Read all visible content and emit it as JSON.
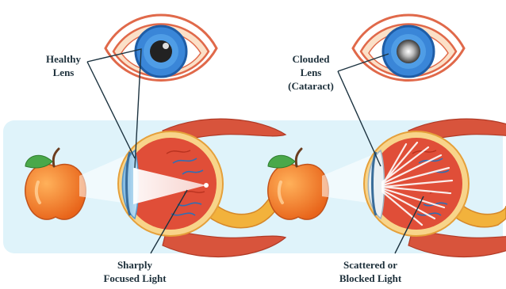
{
  "colors": {
    "panel": "#dff3fa",
    "iris": "#3a86d8",
    "eyelid": "#fbe0c8",
    "muscle": "#d8543c",
    "eyeball": "#e04e38",
    "lens": "#a8d4ef",
    "nerve": "#f2b23c",
    "light": "#ffffff",
    "vein": "#2f6fb5",
    "apple": "#ee7a1c",
    "leaf": "#4aa84a",
    "line": "#1c3340"
  },
  "healthy": {
    "lens_label": [
      "Healthy",
      "Lens"
    ],
    "light_label": [
      "Sharply",
      "Focused Light"
    ]
  },
  "cataract": {
    "lens_label": [
      "Clouded",
      "Lens",
      "(Cataract)"
    ],
    "light_label": [
      "Scattered or",
      "Blocked Light"
    ]
  }
}
